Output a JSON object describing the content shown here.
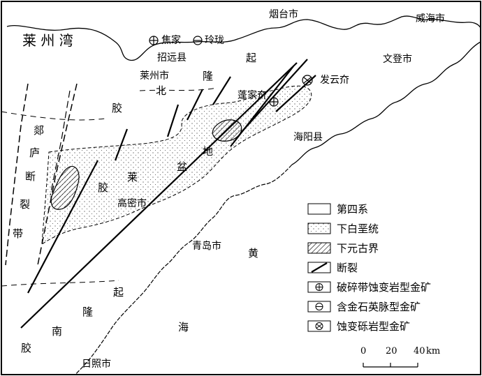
{
  "map": {
    "places": {
      "laizhou_bay": "莱 州 湾",
      "yantai": "烟台市",
      "weihai": "威海市",
      "jiaojia": "焦家",
      "linglong": "玲珑",
      "zhaoyuan": "招远县",
      "laizhou": "莱州市",
      "wendeng": "文登市",
      "pengjiakuang": "蓬家夼",
      "fayunkuang": "发云夼",
      "haiyang": "海阳县",
      "gaomi": "高密市",
      "qingdao": "青岛市",
      "rizhao": "日照市"
    },
    "regions": {
      "jiaobei_uplift": [
        "起",
        "隆",
        "北",
        "胶"
      ],
      "jiaolai_basin": [
        "地",
        "盆",
        "莱",
        "胶"
      ],
      "tanlu_fault": [
        "郯",
        "庐",
        "断",
        "裂",
        "带"
      ],
      "jiaonan_uplift": [
        "起",
        "隆",
        "南",
        "胶"
      ],
      "yellow_sea": [
        "黄",
        "海"
      ]
    }
  },
  "legend": [
    {
      "symbol": "quaternary",
      "label": "第四系"
    },
    {
      "symbol": "lower-cretaceous",
      "label": "下白垩统"
    },
    {
      "symbol": "lower-proterozoic",
      "label": "下元古界"
    },
    {
      "symbol": "fault",
      "label": "断裂"
    },
    {
      "symbol": "cross-circle",
      "label": "破碎带蚀变岩型金矿"
    },
    {
      "symbol": "minus-circle",
      "label": "含金石英脉型金矿"
    },
    {
      "symbol": "bowtie-circle",
      "label": "蚀变砾岩型金矿"
    }
  ],
  "scale": {
    "ticks": [
      "0",
      "20",
      "40"
    ],
    "unit": "km"
  }
}
